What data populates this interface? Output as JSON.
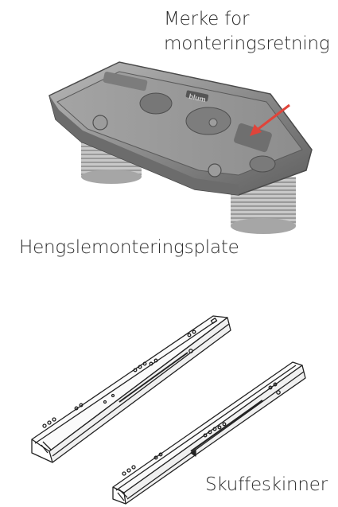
{
  "labels": {
    "direction_line1": "Merke for",
    "direction_line2": "monteringsretning",
    "plate": "Hengslemonteringsplate",
    "rails": "Skuffeskinner"
  },
  "product_logo": "blum",
  "colors": {
    "arrow": "#e0443a",
    "plate_body": "#8a8a8a",
    "text": "#2b2b2b",
    "rail_line": "#222222"
  }
}
